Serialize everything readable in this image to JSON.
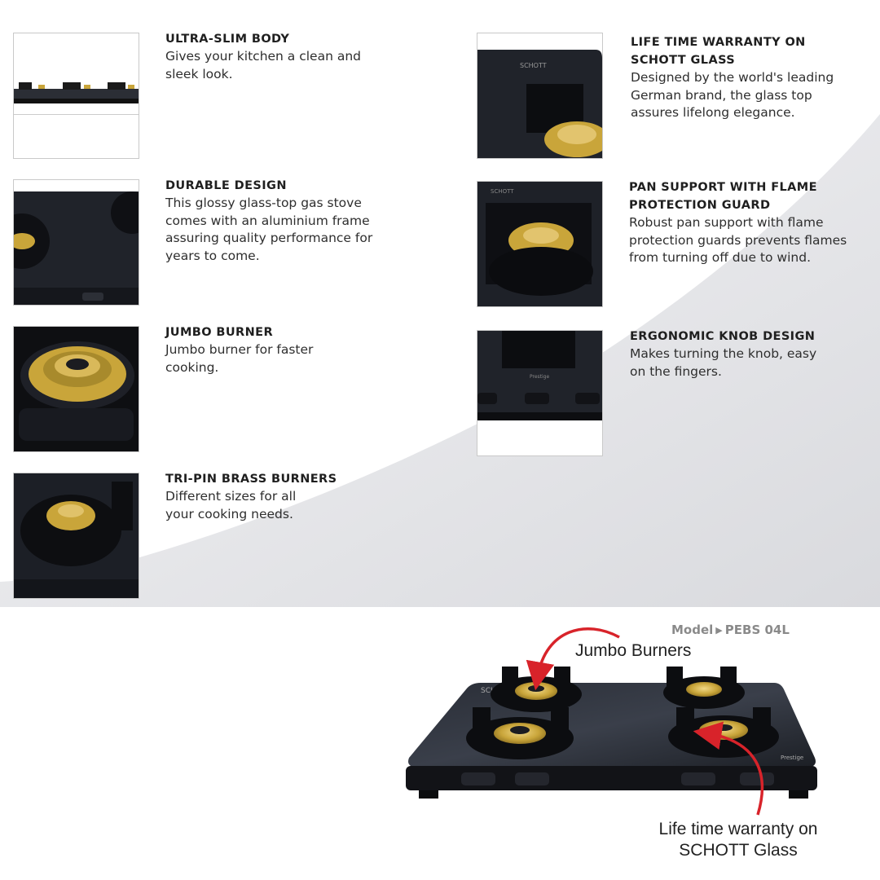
{
  "features": [
    {
      "title": "ULTRA-SLIM BODY",
      "desc": "Gives your kitchen a clean and\nsleek look.",
      "image": "slim-profile-image"
    },
    {
      "title": "DURABLE DESIGN",
      "desc": "This glossy glass-top gas stove\ncomes with an aluminium frame\nassuring quality performance for\nyears to come.",
      "image": "glass-top-image"
    },
    {
      "title": "JUMBO BURNER",
      "desc": "Jumbo burner for faster\ncooking.",
      "image": "jumbo-burner-image"
    },
    {
      "title": "TRI-PIN BRASS BURNERS",
      "desc": "Different sizes for all\nyour cooking needs.",
      "image": "brass-burner-image"
    },
    {
      "title": "LIFE TIME WARRANTY ON\nSCHOTT GLASS",
      "desc": "Designed by the world's leading\nGerman brand, the glass top\nassures lifelong elegance.",
      "image": "schott-glass-image"
    },
    {
      "title": "PAN SUPPORT WITH FLAME\nPROTECTION GUARD",
      "desc": "Robust pan support with flame\nprotection guards prevents flames\nfrom turning off due to wind.",
      "image": "pan-support-image"
    },
    {
      "title": "ERGONOMIC KNOB DESIGN",
      "desc": "Makes turning the knob, easy\non the fingers.",
      "image": "knob-image"
    }
  ],
  "model": {
    "label": "Model",
    "number": "PEBS 04L"
  },
  "callouts": {
    "jumbo": "Jumbo Burners",
    "warranty": "Life time warranty on\nSCHOTT Glass"
  },
  "product_marks": {
    "left_logo": "SCHOTT",
    "right_logo": "Prestige"
  },
  "colors": {
    "accent_red": "#d8232a",
    "brass": "#c9a53a",
    "glass": "#22262e",
    "wave_grey": "#e6e7ea"
  }
}
